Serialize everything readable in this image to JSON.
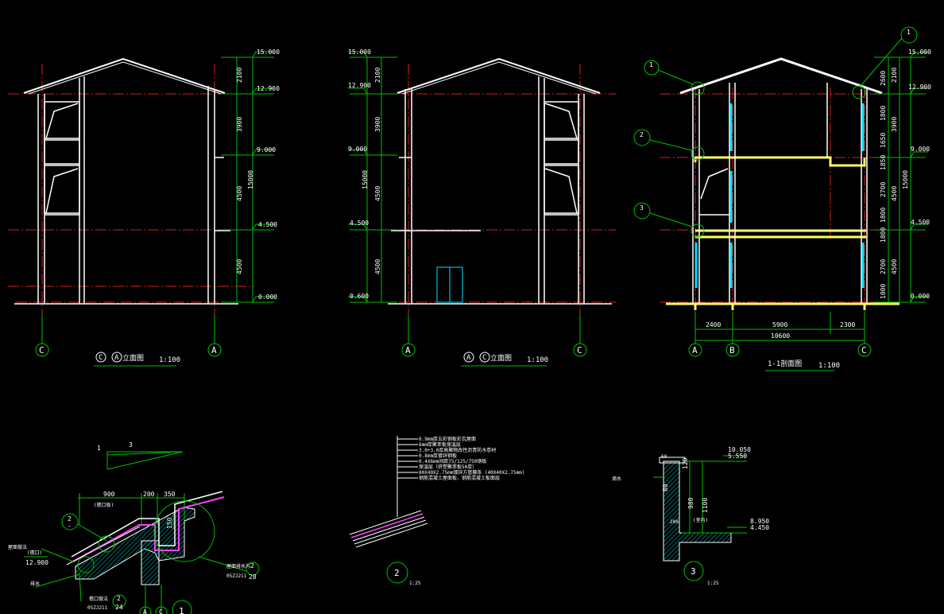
{
  "drawing": {
    "colors": {
      "background": "#000000",
      "wall": "#ffffff",
      "axis_line": "#d42020",
      "dimension": "#00c000",
      "slab": "#ffff66",
      "glass": "#00e0ff",
      "hatch": "#ff40ff"
    },
    "views": [
      {
        "name": "elevation-ca",
        "title_axis_a": "C",
        "title_axis_b": "A",
        "title_text": "立面图",
        "scale": "1:100",
        "axes": [
          "C",
          "A"
        ],
        "levels": [
          "15.000",
          "12.900",
          "9.000",
          "4.500",
          "0.000"
        ],
        "dims": [
          "2100",
          "3900",
          "4500",
          "4500"
        ],
        "total": "15000"
      },
      {
        "name": "elevation-ac",
        "title_axis_a": "A",
        "title_axis_b": "C",
        "title_text": "立面图",
        "scale": "1:100",
        "axes": [
          "A",
          "C"
        ],
        "levels": [
          "15.000",
          "12.900",
          "9.000",
          "4.500",
          "0.600"
        ],
        "dims": [
          "2100",
          "3900",
          "4500",
          "4500"
        ],
        "total": "15000"
      },
      {
        "name": "section-1-1",
        "title_text": "1-1剖面图",
        "scale": "1:100",
        "axes": [
          "A",
          "B",
          "C"
        ],
        "levels": [
          "15.000",
          "12.900",
          "9.000",
          "4.500",
          "0.000"
        ],
        "dims": [
          "2100",
          "3900",
          "4500",
          "4500"
        ],
        "subdims": [
          "2600",
          "1800",
          "1650",
          "1850",
          "2700",
          "1800",
          "1800",
          "2700",
          "1000"
        ],
        "total": "15000",
        "bays": [
          "2400",
          "5900",
          "2300"
        ],
        "bay_total": "10600",
        "callouts": [
          "1",
          "1",
          "2",
          "3"
        ]
      }
    ],
    "details": {
      "detail1": {
        "number": "1",
        "slope_a": "1",
        "slope_b": "3",
        "dims": [
          "900",
          "200",
          "350"
        ],
        "dim_150": "150",
        "label_eave": "屋面做法",
        "label_board": "(檐口板)",
        "label_level": "(檐口)",
        "level": "12.900",
        "label_drain": "排水",
        "ref_top_a": "2",
        "ref_top_b": "-",
        "ref_r1_a": "2",
        "ref_r1_b": "28",
        "ref_r1_text": "屋面排水沟",
        "ref_r1_sub": "05ZJ211",
        "ref_b_a": "2",
        "ref_b_b": "24",
        "ref_b_text": "檐口做法",
        "ref_b_sub": "05ZJ211",
        "axes": [
          "A",
          "C"
        ]
      },
      "detail2": {
        "number": "2",
        "scale": "1:25",
        "layers": [
          "0.9mm厚五彩钢板彩瓦屋面",
          "6mm厚聚苯板保温层",
          "3.0+3.0厚高聚物改性沥青防水卷材",
          "0.8mm厚镀锌钢板",
          "0.4X6mm间距75/125/750钢板",
          "保温层（挤塑聚苯板50厚）",
          "80X40X2.75mm镀锌方管檩条 (40X40X2.75mm)",
          "钢筋混凝土屋面板、钢筋混凝土板面层"
        ]
      },
      "detail3": {
        "number": "3",
        "scale": "1:25",
        "levels_top": [
          "10.050",
          "5.550"
        ],
        "levels_bottom": [
          "8.950",
          "4.450"
        ],
        "dims": [
          "80",
          "980",
          "1100",
          "200",
          "120"
        ],
        "label": "滴水",
        "label_in": "(室内)",
        "top": "60"
      }
    }
  }
}
